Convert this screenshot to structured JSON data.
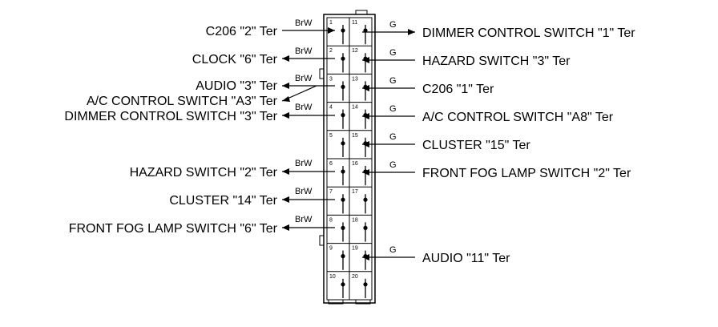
{
  "wire_colors": {
    "left": "BrW",
    "right": "G"
  },
  "left_pins": [
    "1",
    "2",
    "3",
    "4",
    "5",
    "6",
    "7",
    "8",
    "9",
    "10"
  ],
  "right_pins": [
    "11",
    "12",
    "13",
    "14",
    "15",
    "16",
    "17",
    "18",
    "19",
    "20"
  ],
  "left_labels": [
    "C206 \"2\" Ter",
    "CLOCK \"6\" Ter",
    "AUDIO \"3\" Ter",
    "A/C CONTROL SWITCH \"A3\" Ter",
    "DIMMER CONTROL SWITCH \"3\" Ter",
    "HAZARD SWITCH \"2\" Ter",
    "CLUSTER \"14\" Ter",
    "FRONT FOG LAMP SWITCH \"6\" Ter"
  ],
  "right_labels": [
    "DIMMER CONTROL SWITCH \"1\" Ter",
    "HAZARD SWITCH \"3\" Ter",
    "C206 \"1\" Ter",
    "A/C CONTROL SWITCH \"A8\" Ter",
    "CLUSTER \"15\" Ter",
    "FRONT FOG LAMP SWITCH \"2\" Ter",
    "AUDIO \"11\" Ter"
  ]
}
